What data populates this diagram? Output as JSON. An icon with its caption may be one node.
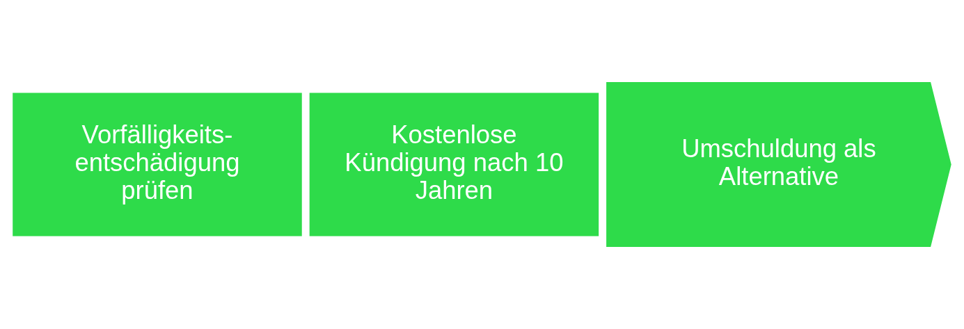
{
  "diagram": {
    "nodes": [
      {
        "text": [
          "Vorfälligkeits-entschädigung prüfen"
        ]
      },
      {
        "text": [
          "Kostenlose Kündigung nach 10 Jahren"
        ]
      },
      {
        "text": [
          "Umschuldung als Alternative"
        ]
      }
    ]
  }
}
